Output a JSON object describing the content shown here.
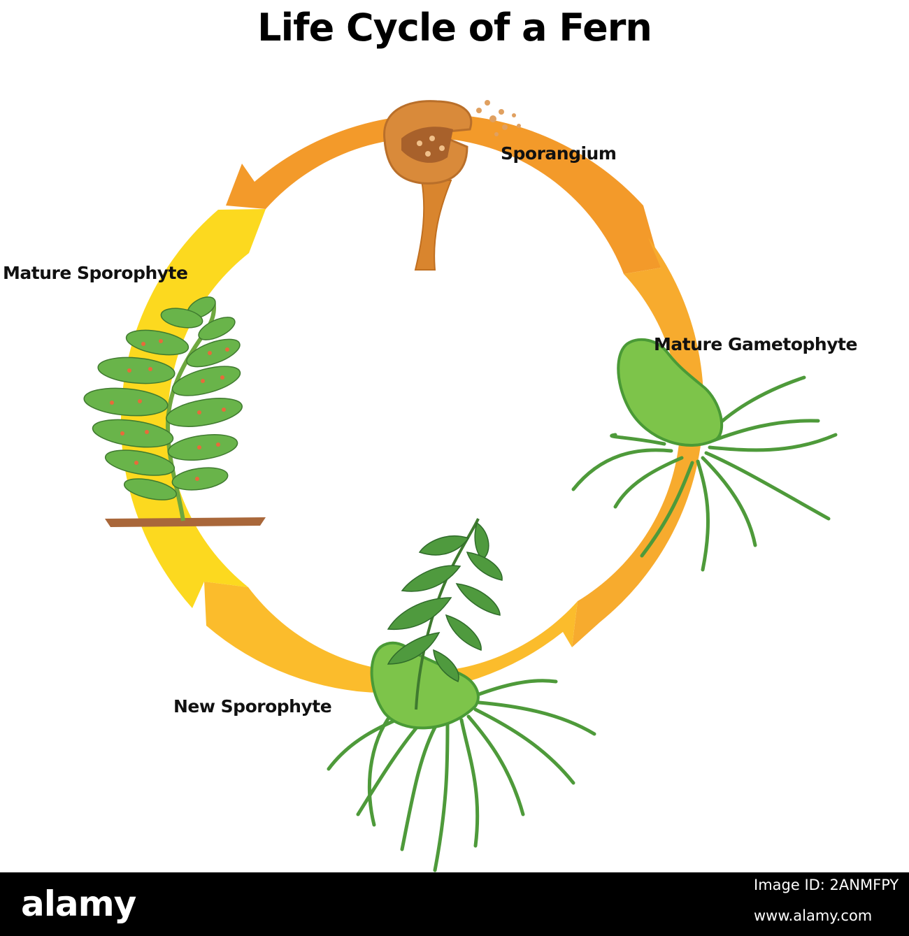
{
  "title": "Life Cycle of a Fern",
  "stages": {
    "sporangium": "Sporangium",
    "mature_gametophyte": "Mature Gametophyte",
    "new_sporophyte": "New Sporophyte",
    "mature_sporophyte": "Mature Sporophyte"
  },
  "colors": {
    "arrow_orange": "#f39a2a",
    "arrow_light_orange": "#f7ab2e",
    "arrow_amber": "#fbbc2c",
    "arrow_yellow": "#fcd91f",
    "plant_green": "#7dc44a",
    "leaf_green": "#69b44a",
    "root_green": "#4e9a3a",
    "sporangium_brown": "#d98a3a",
    "soil_brown": "#a9673a"
  },
  "footer": {
    "brand": "alamy",
    "image_id": "Image ID: 2ANMFPY",
    "site": "www.alamy.com"
  }
}
